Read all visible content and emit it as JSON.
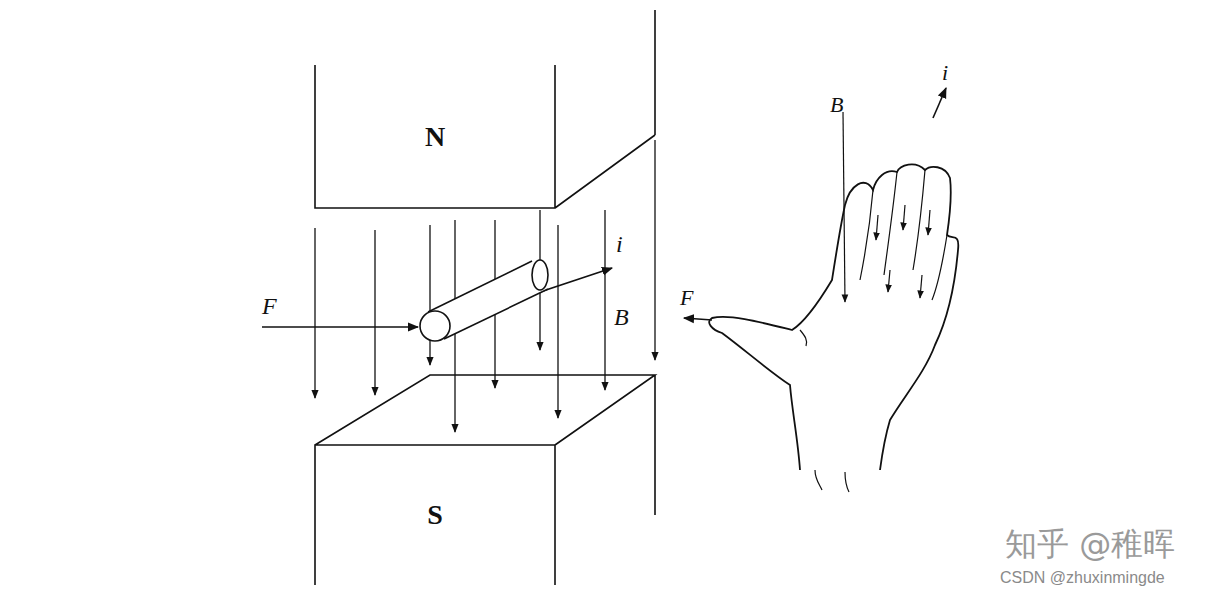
{
  "diagram": {
    "nodes": [
      {
        "text": [
          "N"
        ]
      },
      {
        "text": [
          "S"
        ]
      }
    ],
    "labels": [
      "F",
      "i",
      "B",
      "B",
      "i",
      "F",
      "知乎 @稚晖",
      "CSDN @zhuxinmingde"
    ]
  }
}
